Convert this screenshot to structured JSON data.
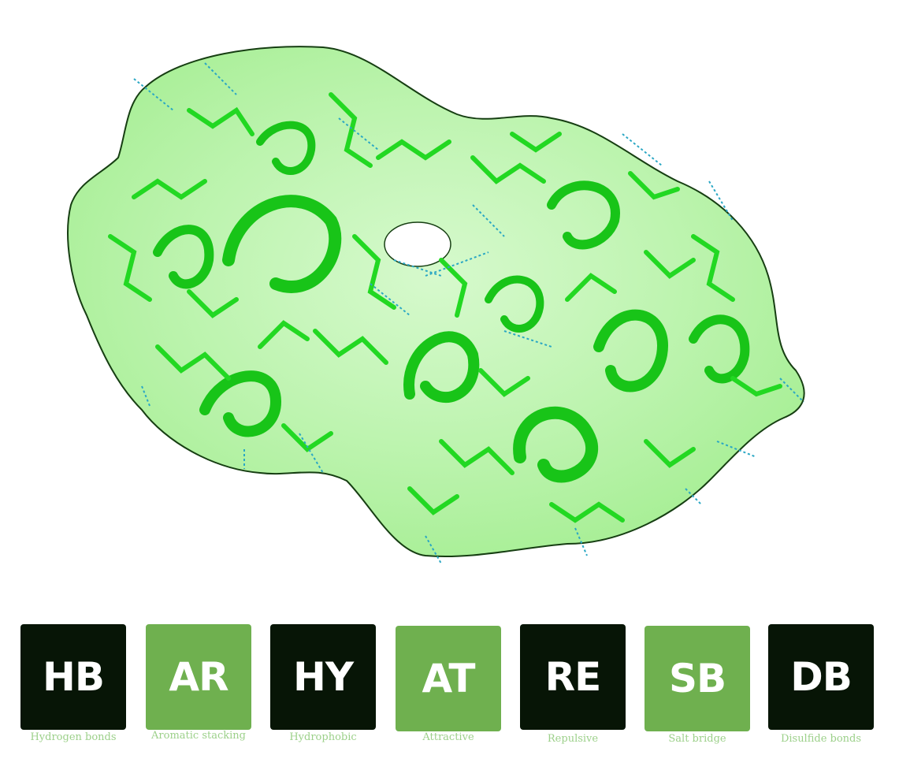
{
  "interactions": [
    {
      "code": "HB",
      "label": "Hydrogen bonds",
      "tone": "dark"
    },
    {
      "code": "AR",
      "label": "Aromatic stacking",
      "tone": "light"
    },
    {
      "code": "HY",
      "label": "Hydrophobic",
      "tone": "dark"
    },
    {
      "code": "AT",
      "label": "Attractive",
      "tone": "light"
    },
    {
      "code": "RE",
      "label": "Repulsive",
      "tone": "dark"
    },
    {
      "code": "SB",
      "label": "Salt bridge",
      "tone": "light"
    },
    {
      "code": "DB",
      "label": "Disulfide bonds",
      "tone": "dark"
    }
  ],
  "colors": {
    "protein": "#1fd61f",
    "surface": "#8ff07a",
    "hbond_dash": "#2aa7c4",
    "tile_dark": "#071506",
    "tile_light": "#6fb04f",
    "caption": "#9cd08a"
  }
}
